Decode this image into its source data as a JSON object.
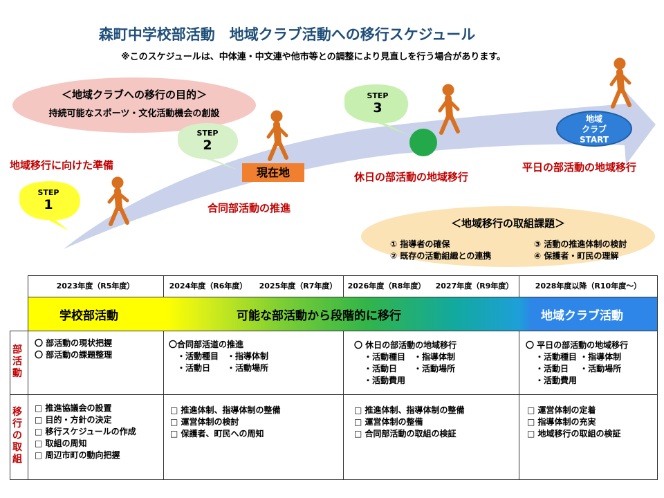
{
  "title": "森町中学校部活動　地域クラブ活動への移行スケジュール",
  "note": "※このスケジュールは、中体連・中文連や他市等との調整により見直しを行う場合があります。",
  "purpose": {
    "heading": "＜地域クラブへの移行の目的＞",
    "text": "持続可能なスポーツ・文化活動機会の創設"
  },
  "steps": [
    {
      "step": "STEP",
      "num": "1",
      "label": "地域移行に向けた準備"
    },
    {
      "step": "STEP",
      "num": "2",
      "label": "合同部活動の推進",
      "current": "現在地"
    },
    {
      "step": "STEP",
      "num": "3",
      "label": "休日の部活動の地域移行"
    },
    {
      "label": "平日の部活動の地域移行"
    }
  ],
  "start_badge": {
    "line1": "地域",
    "line2": "クラブ",
    "line3": "START"
  },
  "issues": {
    "heading": "＜地域移行の取組課題＞",
    "items": [
      "① 指導者の確保",
      "③ 活動の推進体制の検討",
      "② 既存の活動組織との連携",
      "④ 保護者・町民の理解"
    ]
  },
  "years": {
    "y2023": "2023年度（R5年度）",
    "y2024": "2024年度（R6年度）",
    "y2025": "2025年度（R7年度）",
    "y2026": "2026年度（R8年度）",
    "y2027": "2027年度（R9年度）",
    "y2028": "2028年度以降（R10年度～）"
  },
  "phases": {
    "school": "学校部活動",
    "gradual": "可能な部活動から段階的に移行",
    "club": "地域クラブ活動"
  },
  "row_labels": {
    "bukatsudo": [
      "部",
      "活",
      "動"
    ],
    "ikou": [
      "移",
      "行",
      "の",
      "取",
      "組"
    ]
  },
  "bukatsu_cells": {
    "c1": [
      "〇 部活動の現状把握",
      "〇 部活動の課題整理"
    ],
    "c2": [
      "〇合同部活道の推進",
      "・活動種目　・指導体制",
      "・活動日　　・活動場所"
    ],
    "c3": [
      "〇 休日の部活動の地域移行",
      "・活動種目　・指導体制",
      "・活動日　　・活動場所",
      "・活動費用"
    ],
    "c4": [
      "〇 平日の部活動の地域移行",
      "・活動種目 ・指導体制",
      "・活動日　 ・活動場所",
      "・活動費用"
    ]
  },
  "ikou_cells": {
    "c1": [
      "□ 推進協議会の設置",
      "□ 目的・方針の決定",
      "□ 移行スケジュールの作成",
      "□ 取組の周知",
      "□ 周辺市町の動向把握"
    ],
    "c2": [
      "□ 推進体制、指導体制の整備",
      "□ 運営体制の検討",
      "□ 保護者、町民への周知"
    ],
    "c3": [
      "□ 推進体制、指導体制の整備",
      "□ 運営体制の整備",
      "□ 合同部活動の取組の検証"
    ],
    "c4": [
      "□ 運営体制の定着",
      "□ 指導体制の充実",
      "□ 地域移行の取組の検証"
    ]
  },
  "colors": {
    "arrow": "#c9d2ea",
    "red_text": "#c00000",
    "step_bubble_yellow": "#ffff33",
    "step_bubble_green": "#d6f0c8",
    "step_bubble_green3": "#c6efb0",
    "person": "#d9701f",
    "current_marker": "#f08030",
    "green_dot": "#23a84a",
    "title_blue": "#1f4e79"
  }
}
